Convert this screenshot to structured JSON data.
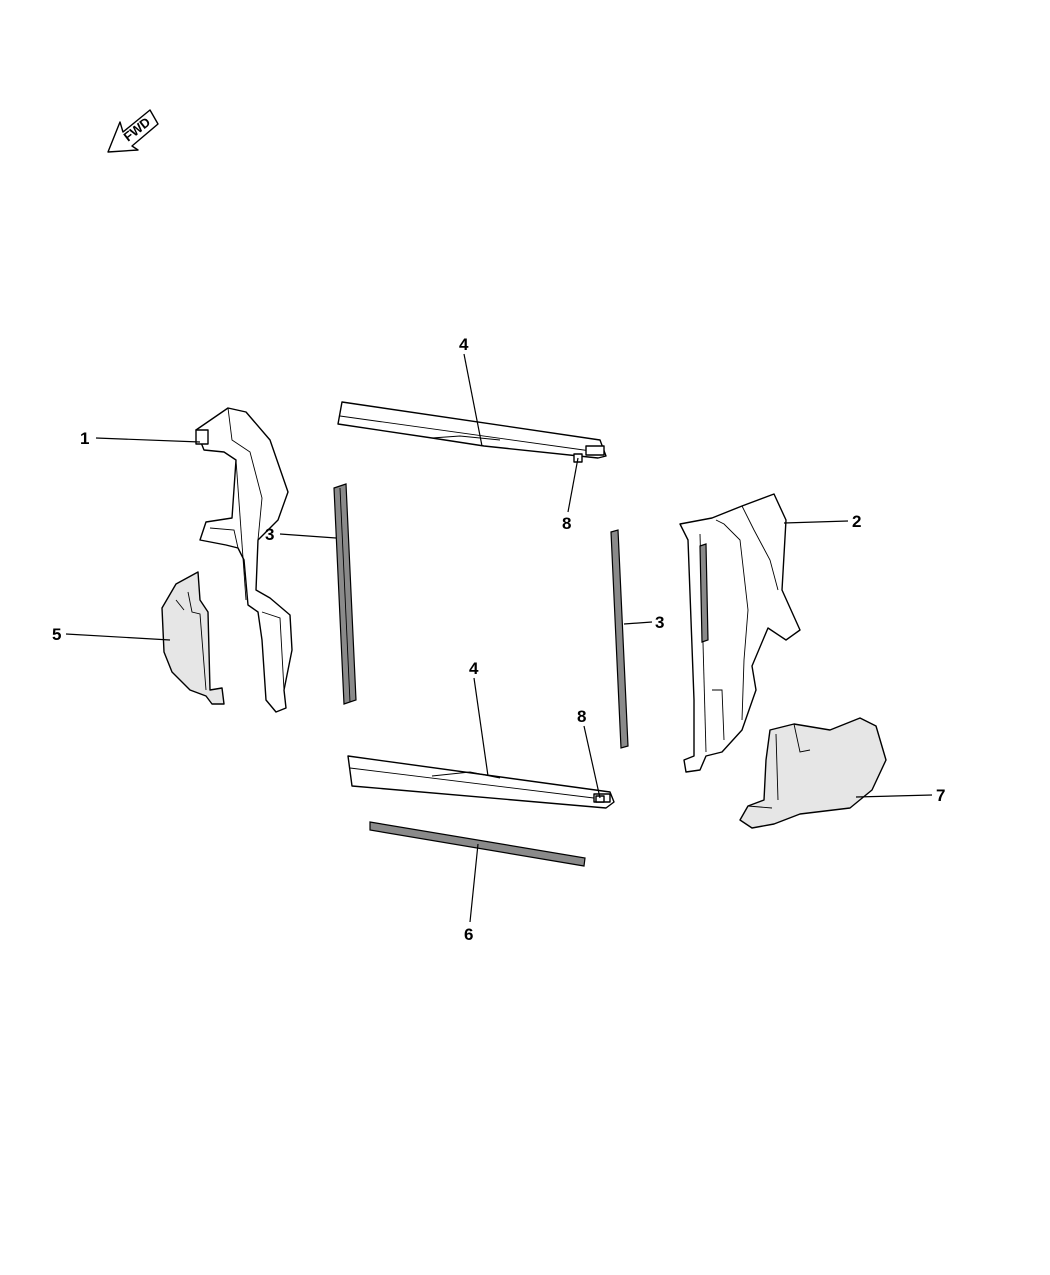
{
  "orientation": {
    "label": "FWD",
    "icon": "fwd-arrow-icon"
  },
  "callouts": [
    {
      "id": "c1",
      "text": "1"
    },
    {
      "id": "c2",
      "text": "2"
    },
    {
      "id": "c3a",
      "text": "3"
    },
    {
      "id": "c3b",
      "text": "3"
    },
    {
      "id": "c4a",
      "text": "4"
    },
    {
      "id": "c4b",
      "text": "4"
    },
    {
      "id": "c5",
      "text": "5"
    },
    {
      "id": "c6",
      "text": "6"
    },
    {
      "id": "c7",
      "text": "7"
    },
    {
      "id": "c8a",
      "text": "8"
    },
    {
      "id": "c8b",
      "text": "8"
    }
  ]
}
